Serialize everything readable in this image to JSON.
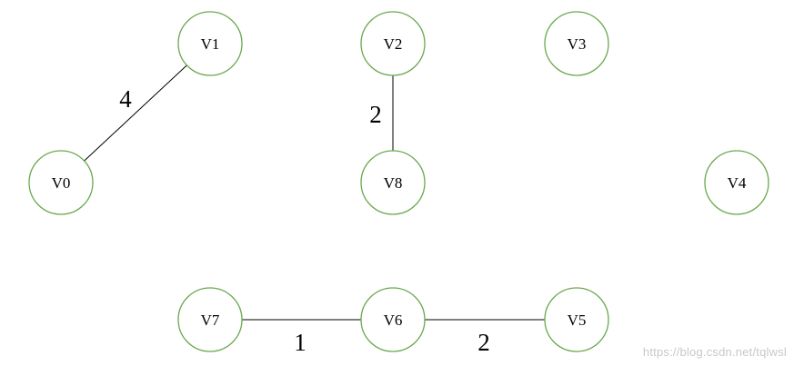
{
  "graph": {
    "nodes": [
      {
        "id": "V0",
        "label": "V0"
      },
      {
        "id": "V1",
        "label": "V1"
      },
      {
        "id": "V2",
        "label": "V2"
      },
      {
        "id": "V3",
        "label": "V3"
      },
      {
        "id": "V4",
        "label": "V4"
      },
      {
        "id": "V5",
        "label": "V5"
      },
      {
        "id": "V6",
        "label": "V6"
      },
      {
        "id": "V7",
        "label": "V7"
      },
      {
        "id": "V8",
        "label": "V8"
      }
    ],
    "edges": [
      {
        "from": "V0",
        "to": "V1",
        "weight": "4"
      },
      {
        "from": "V2",
        "to": "V8",
        "weight": "2"
      },
      {
        "from": "V7",
        "to": "V6",
        "weight": "1"
      },
      {
        "from": "V6",
        "to": "V5",
        "weight": "2"
      }
    ]
  },
  "colors": {
    "node_stroke": "#6aa84f",
    "edge": "#000000",
    "watermark": "#c8c8c8"
  },
  "watermark": {
    "text": "https://blog.csdn.net/tqlwsl"
  }
}
